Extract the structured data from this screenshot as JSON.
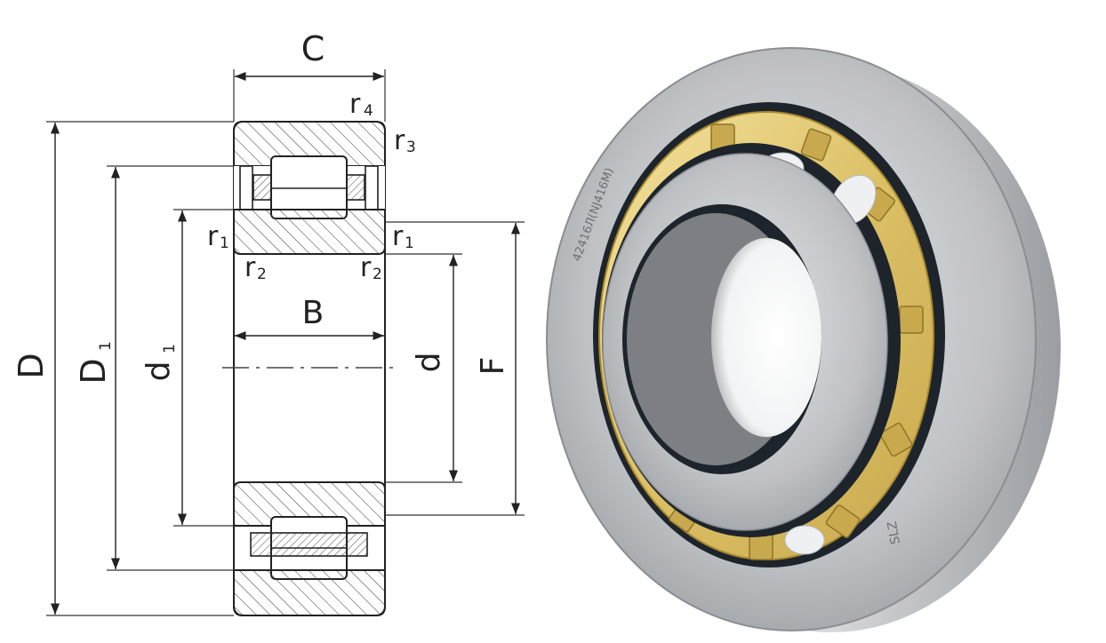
{
  "drawing": {
    "dimensions": {
      "C": "C",
      "D": "D",
      "D1": "D",
      "d1": "d",
      "d": "d",
      "F": "F",
      "B": "B",
      "subscripts": {
        "one": "1",
        "two": "2",
        "three": "3",
        "four": "4"
      },
      "radii": {
        "r": "r"
      }
    }
  },
  "photo": {
    "ring_marking": "42416Л(NJ416M)",
    "brand_marking": "SLZ",
    "colors": {
      "steel": "#c9cbcd",
      "dark": "#1d242b",
      "cage": "#e6cc72",
      "roller": "#eef0f1"
    }
  }
}
